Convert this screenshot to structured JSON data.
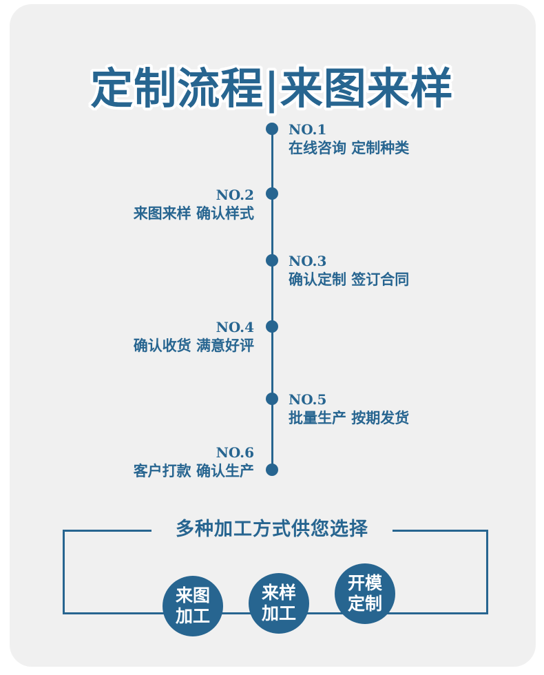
{
  "header": {
    "title": "定制流程|来图来样"
  },
  "timeline": {
    "steps": [
      {
        "no": "NO.1",
        "desc": "在线咨询 定制种类",
        "side": "right"
      },
      {
        "no": "NO.2",
        "desc": "来图来样 确认样式",
        "side": "left"
      },
      {
        "no": "NO.3",
        "desc": "确认定制  签订合同",
        "side": "right"
      },
      {
        "no": "NO.4",
        "desc": "确认收货  满意好评",
        "side": "left"
      },
      {
        "no": "NO.5",
        "desc": "批量生产  按期发货",
        "side": "right"
      },
      {
        "no": "NO.6",
        "desc": "客户打款  确认生产",
        "side": "left"
      }
    ]
  },
  "methods": {
    "title": "多种加工方式供您选择",
    "items": [
      {
        "label": "来图加工"
      },
      {
        "label": "来样加工"
      },
      {
        "label": "开模定制"
      }
    ]
  },
  "colors": {
    "accent": "#276590",
    "background": "#f0f0f0",
    "text_on_accent": "#ffffff"
  }
}
